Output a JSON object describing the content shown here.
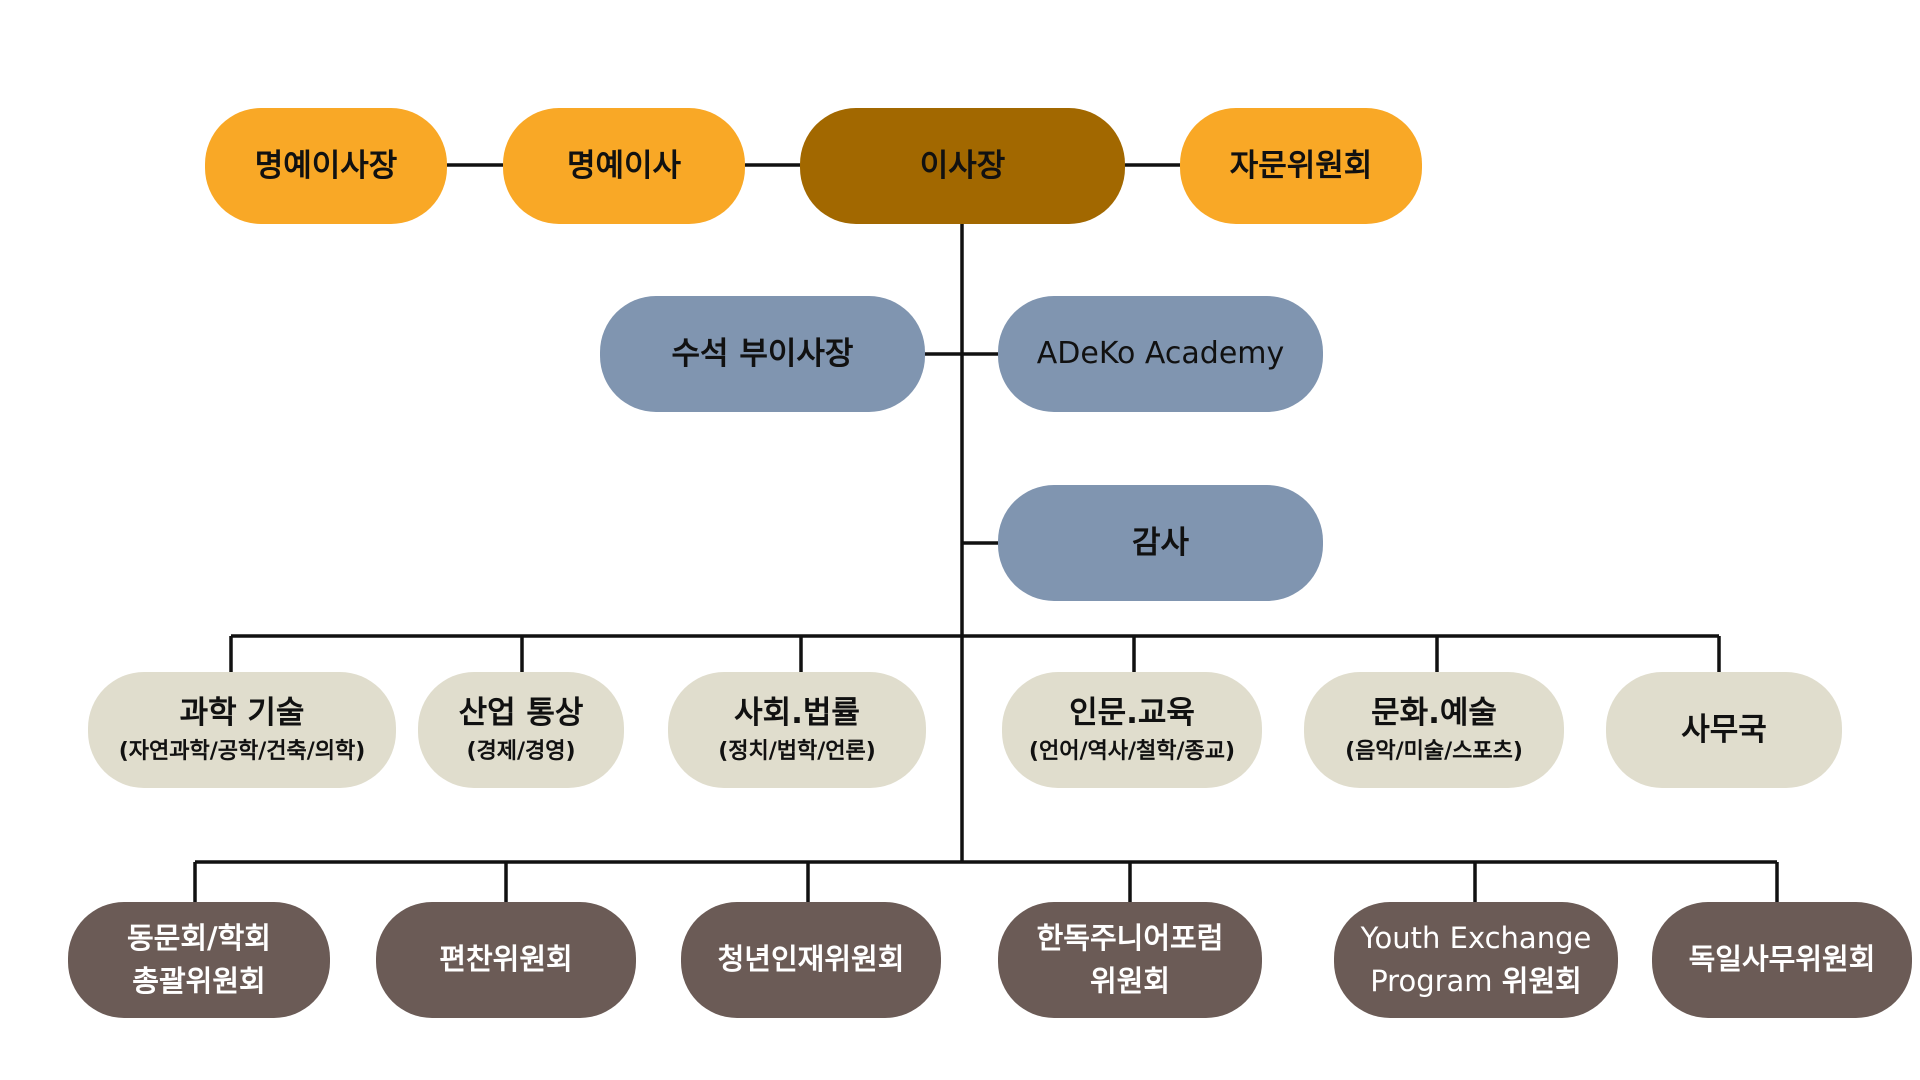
{
  "top_row": [
    {
      "id": "honorary-chairman",
      "label": "명예이사장",
      "color": "#F9A826"
    },
    {
      "id": "honorary-director",
      "label": "명예이사",
      "color": "#F9A826"
    },
    {
      "id": "chairman",
      "label": "이사장",
      "color": "#A26800"
    },
    {
      "id": "advisory-committee",
      "label": "자문위원회",
      "color": "#F9A826"
    }
  ],
  "second_row": {
    "senior_vice_chairman": "수석 부이사장",
    "academy": "ADeKo Academy",
    "auditor": "감사",
    "color": "#8095B0"
  },
  "divisions": [
    {
      "title": "과학 기술",
      "subtitle": "(자연과학/공학/건축/의학)"
    },
    {
      "title": "산업 통상",
      "subtitle": "(경제/경영)"
    },
    {
      "title": "사회.법률",
      "subtitle": "(정치/법학/언론)"
    },
    {
      "title": "인문.교육",
      "subtitle": "(언어/역사/철학/종교)"
    },
    {
      "title": "문화.예술",
      "subtitle": "(음악/미술/스포츠)"
    },
    {
      "title": "사무국",
      "subtitle": ""
    }
  ],
  "divisions_color": "#E0DDCD",
  "committees": [
    {
      "line1": "동문회/학회",
      "line2": "총괄위원회"
    },
    {
      "line1": "편찬위원회",
      "line2": ""
    },
    {
      "line1": "청년인재위원회",
      "line2": ""
    },
    {
      "line1": "한독주니어포럼",
      "line2": "위원회"
    },
    {
      "line1": "Youth Exchange",
      "line2_text": "Program",
      "line2_bold": "위원회"
    },
    {
      "line1": "독일사무위원회",
      "line2": ""
    }
  ],
  "committees_color": "#6B5B56"
}
